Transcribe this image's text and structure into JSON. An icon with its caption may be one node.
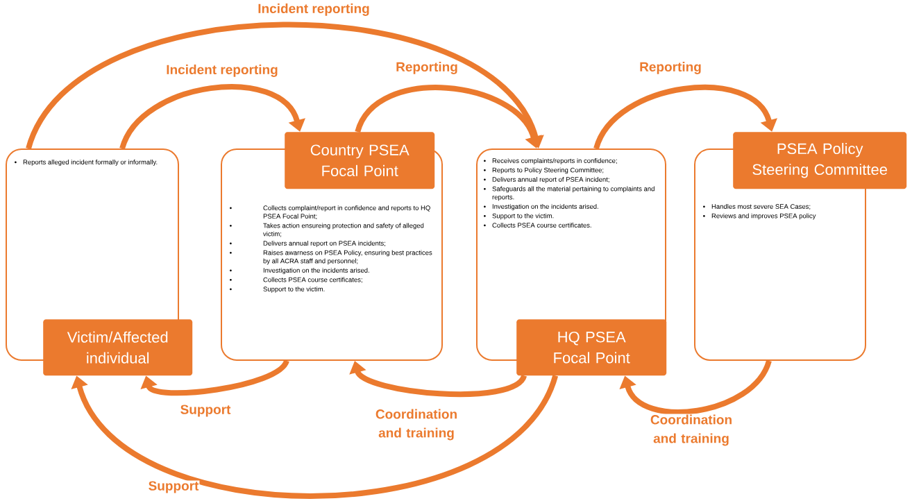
{
  "diagram": {
    "nodes": [
      {
        "text": [
          "Reports alleged incident formally or informally."
        ]
      },
      {
        "text": [
          "Victim/Affected individual"
        ]
      },
      {
        "text": [
          "Collects complaint/report in confidence and reports to HQ PSEA Focal Point;",
          "Takes action ensureing protection and safety of alleged victim;",
          "Delivers annual report on PSEA incidents;",
          "Raises awarness on PSEA Policy, ensuring best practices by all ACRA staff and personnel;",
          "Investigation on the incidents arised.",
          "Collects PSEA course certificates;",
          "Support to the victim."
        ]
      },
      {
        "text": [
          "Country PSEA Focal Point"
        ]
      },
      {
        "text": [
          "Receives complaints/reports in confidence;",
          "Reports to Policy Steering Committee;",
          "Delivers annual report of PSEA incident;",
          "Safeguards all the material pertaining to complaints and reports.",
          "Investigation on the incidents arised.",
          "Support to the victim.",
          "Collects PSEA course certificates."
        ]
      },
      {
        "text": [
          "HQ PSEA Focal Point"
        ]
      },
      {
        "text": [
          "Handles most severe SEA Cases;",
          "Reviews and improves PSEA policy"
        ]
      },
      {
        "text": [
          "PSEA Policy Steering Committee"
        ]
      }
    ],
    "edges": [
      {
        "from": 0,
        "to": 4,
        "arrow": "to",
        "label": "Incident reporting"
      },
      {
        "from": 0,
        "to": 3,
        "arrow": "to",
        "label": "Incident reporting"
      },
      {
        "from": 3,
        "to": 4,
        "arrow": "to",
        "label": "Reporting"
      },
      {
        "from": 4,
        "to": 7,
        "arrow": "to",
        "label": "Reporting"
      },
      {
        "from": 2,
        "to": 1,
        "arrow": "to",
        "label": "Support"
      },
      {
        "from": 5,
        "to": 2,
        "arrow": "to",
        "label": "Coordination and training"
      },
      {
        "from": 6,
        "to": 5,
        "arrow": "to",
        "label": "Coordination and training"
      },
      {
        "from": 5,
        "to": 1,
        "arrow": "to",
        "label": "Support"
      }
    ]
  }
}
